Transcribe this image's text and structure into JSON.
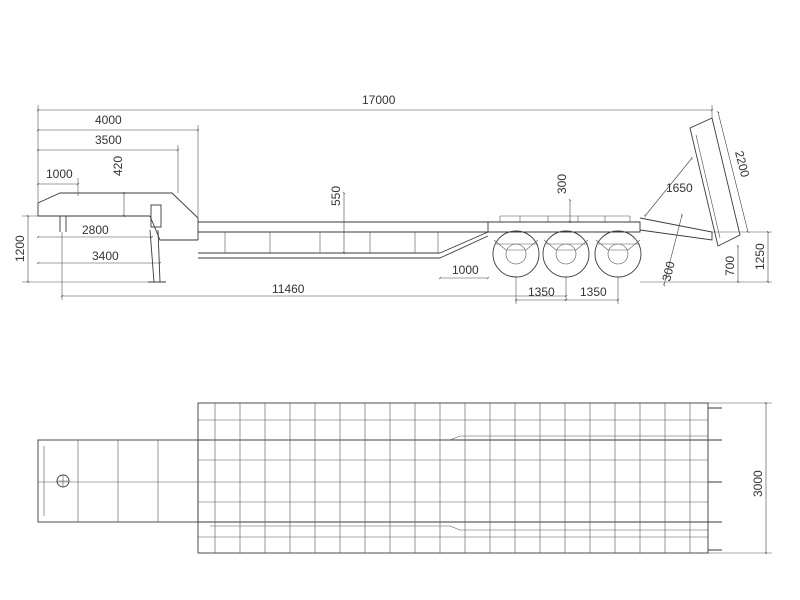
{
  "side_view": {
    "dimensions": {
      "total_length": "17000",
      "gooseneck_4000": "4000",
      "gooseneck_3500": "3500",
      "gooseneck_1000": "1000",
      "gooseneck_420": "420",
      "height_550": "550",
      "height_300": "300",
      "kingpin_2800": "2800",
      "kingpin_3400": "3400",
      "height_1200": "1200",
      "wheelbase_11460": "11460",
      "slope_1000": "1000",
      "axle_spacing_1": "1350",
      "axle_spacing_2": "1350",
      "ramp_length": "2200",
      "ramp_1650": "1650",
      "ramp_300": "300",
      "height_700": "700",
      "height_1250": "1250"
    }
  },
  "top_view": {
    "dimensions": {
      "width": "3000"
    }
  }
}
